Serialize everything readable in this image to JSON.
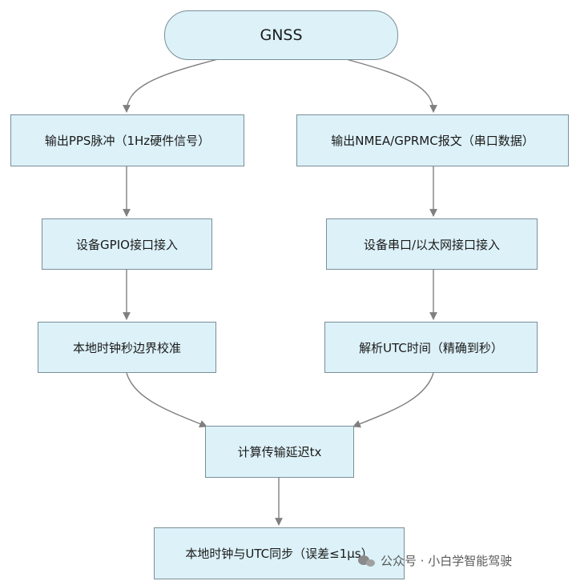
{
  "diagram": {
    "root": "GNSS",
    "left_branch": {
      "step1": "输出PPS脉冲（1Hz硬件信号）",
      "step2": "设备GPIO接口接入",
      "step3": "本地时钟秒边界校准"
    },
    "right_branch": {
      "step1": "输出NMEA/GPRMC报文（串口数据）",
      "step2": "设备串口/以太网接口接入",
      "step3": "解析UTC时间（精确到秒）"
    },
    "merge": "计算传输延迟tx",
    "result": "本地时钟与UTC同步（误差≤1μs）"
  },
  "watermark": {
    "text": "公众号 · 小白学智能驾驶",
    "icon": "wechat-icon"
  },
  "colors": {
    "node_fill": "#dcf1f8",
    "node_border": "#7a8f98",
    "edge": "#7f7f7f"
  }
}
